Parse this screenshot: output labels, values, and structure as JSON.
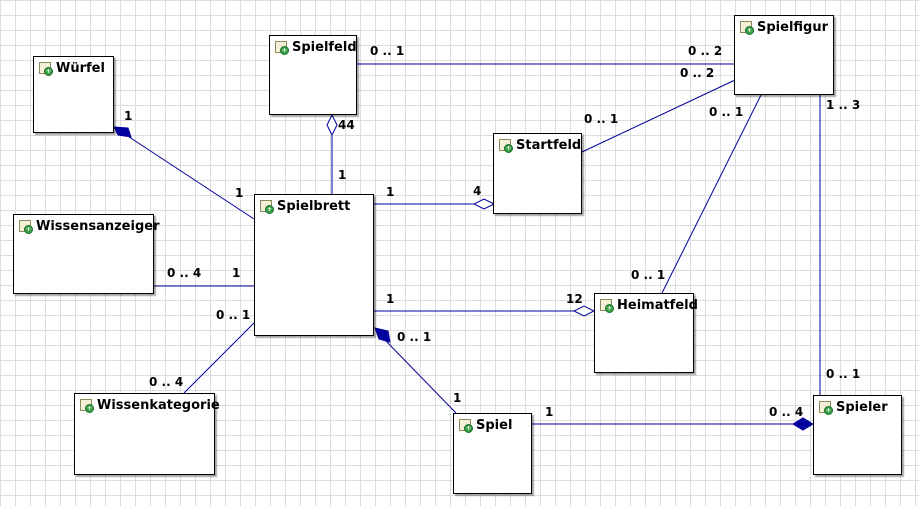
{
  "classes": {
    "wuerfel": "Würfel",
    "spielfeld": "Spielfeld",
    "spielfigur": "Spielfigur",
    "startfeld": "Startfeld",
    "spielbrett": "Spielbrett",
    "wissensanzeiger": "Wissensanzeiger",
    "heimatfeld": "Heimatfeld",
    "wissenkategorie": "Wissenkategorie",
    "spiel": "Spiel",
    "spieler": "Spieler"
  },
  "multiplicities": {
    "wuerfel_brett_at_wuerfel": "1",
    "wuerfel_brett_at_brett": "1",
    "spielfeld_figur_at_feld": "0 .. 1",
    "spielfeld_figur_at_figur": "0 .. 2",
    "startfeld_figur_at_figur": "0 .. 2",
    "startfeld_figur_at_start": "0 .. 1",
    "heimat_figur_at_figur": "0 .. 1",
    "figur_spieler_at_figur": "1 .. 3",
    "spielfeld_brett_at_feld": "44",
    "spielfeld_brett_at_brett": "1",
    "brett_start_at_brett": "1",
    "brett_start_at_start": "4",
    "anzeiger_brett_at_anzeiger": "0 .. 4",
    "anzeiger_brett_at_brett": "1",
    "kategorie_brett_at_brett": "0 .. 1",
    "kategorie_brett_at_kategorie": "0 .. 4",
    "brett_heimat_at_brett": "1",
    "brett_heimat_at_heimat": "12",
    "heimat_figur_at_heimat": "0 .. 1",
    "brett_spiel_at_brett": "0 .. 1",
    "brett_spiel_at_spiel": "1",
    "spiel_spieler_at_spiel": "1",
    "spiel_spieler_at_spieler": "0 .. 4",
    "figur_spieler_at_spieler": "0 .. 1"
  },
  "colors": {
    "edge": "#00009c",
    "border": "#000000",
    "grid": "#dcdcdc"
  },
  "icons": {
    "class": "class-icon"
  }
}
